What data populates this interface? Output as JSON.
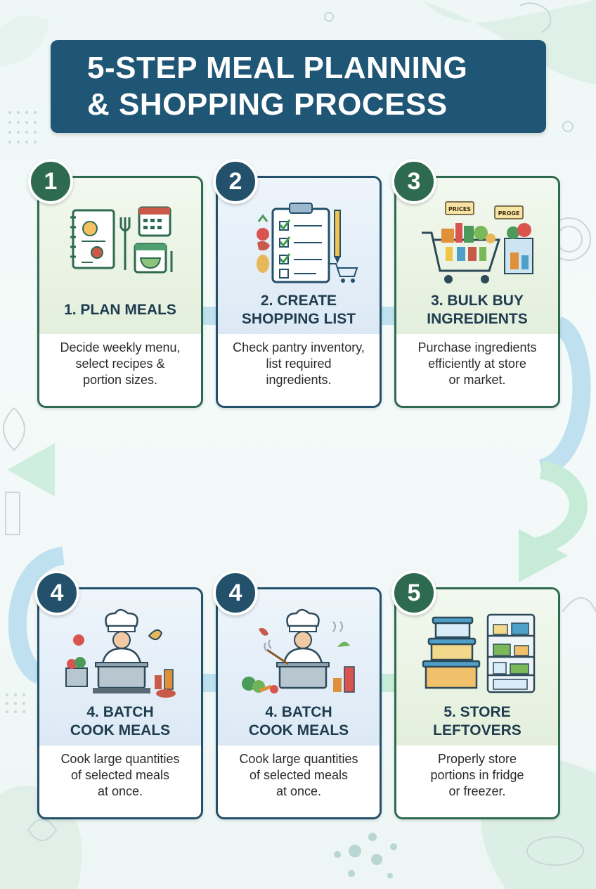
{
  "title": {
    "line1": "5-STEP MEAL PLANNING",
    "line2": "& SHOPPING PROCESS"
  },
  "colors": {
    "navy": "#1f5575",
    "green_badge": "#2e6a50",
    "blue_badge": "#23506b",
    "arrow_blue": "#bfe0ef",
    "arrow_green": "#c9ecd9"
  },
  "steps": [
    {
      "badge": "1",
      "title": "1. PLAN MEALS",
      "desc_lines": [
        "Decide weekly menu,",
        "select recipes &",
        "portion sizes."
      ],
      "icon": "meal-planner-calendar-icon"
    },
    {
      "badge": "2",
      "title_lines": [
        "2. CREATE",
        "SHOPPING LIST"
      ],
      "desc_lines": [
        "Check pantry inventory,",
        "list required",
        "ingredients."
      ],
      "icon": "clipboard-checklist-icon"
    },
    {
      "badge": "3",
      "title_lines": [
        "3. BULK BUY",
        "INGREDIENTS"
      ],
      "desc_lines": [
        "Purchase ingredients",
        "efficiently at store",
        "or market."
      ],
      "icon": "shopping-cart-icon",
      "sign_labels": [
        "PRICES",
        "PROGE"
      ]
    },
    {
      "badge": "4",
      "title_lines": [
        "4. BATCH",
        "COOK MEALS"
      ],
      "desc_lines": [
        "Cook large quantities",
        "of selected meals",
        "at once."
      ],
      "icon": "chef-cooking-icon"
    },
    {
      "badge": "4",
      "title_lines": [
        "4. BATCH",
        "COOK MEALS"
      ],
      "desc_lines": [
        "Cook large quantities",
        "of selected meals",
        "at once."
      ],
      "icon": "chef-cooking-icon"
    },
    {
      "badge": "5",
      "title_lines": [
        "5. STORE",
        "LEFTOVERS"
      ],
      "desc_lines": [
        "Properly store",
        "portions in fridge",
        "or freezer."
      ],
      "icon": "food-storage-containers-icon"
    }
  ]
}
